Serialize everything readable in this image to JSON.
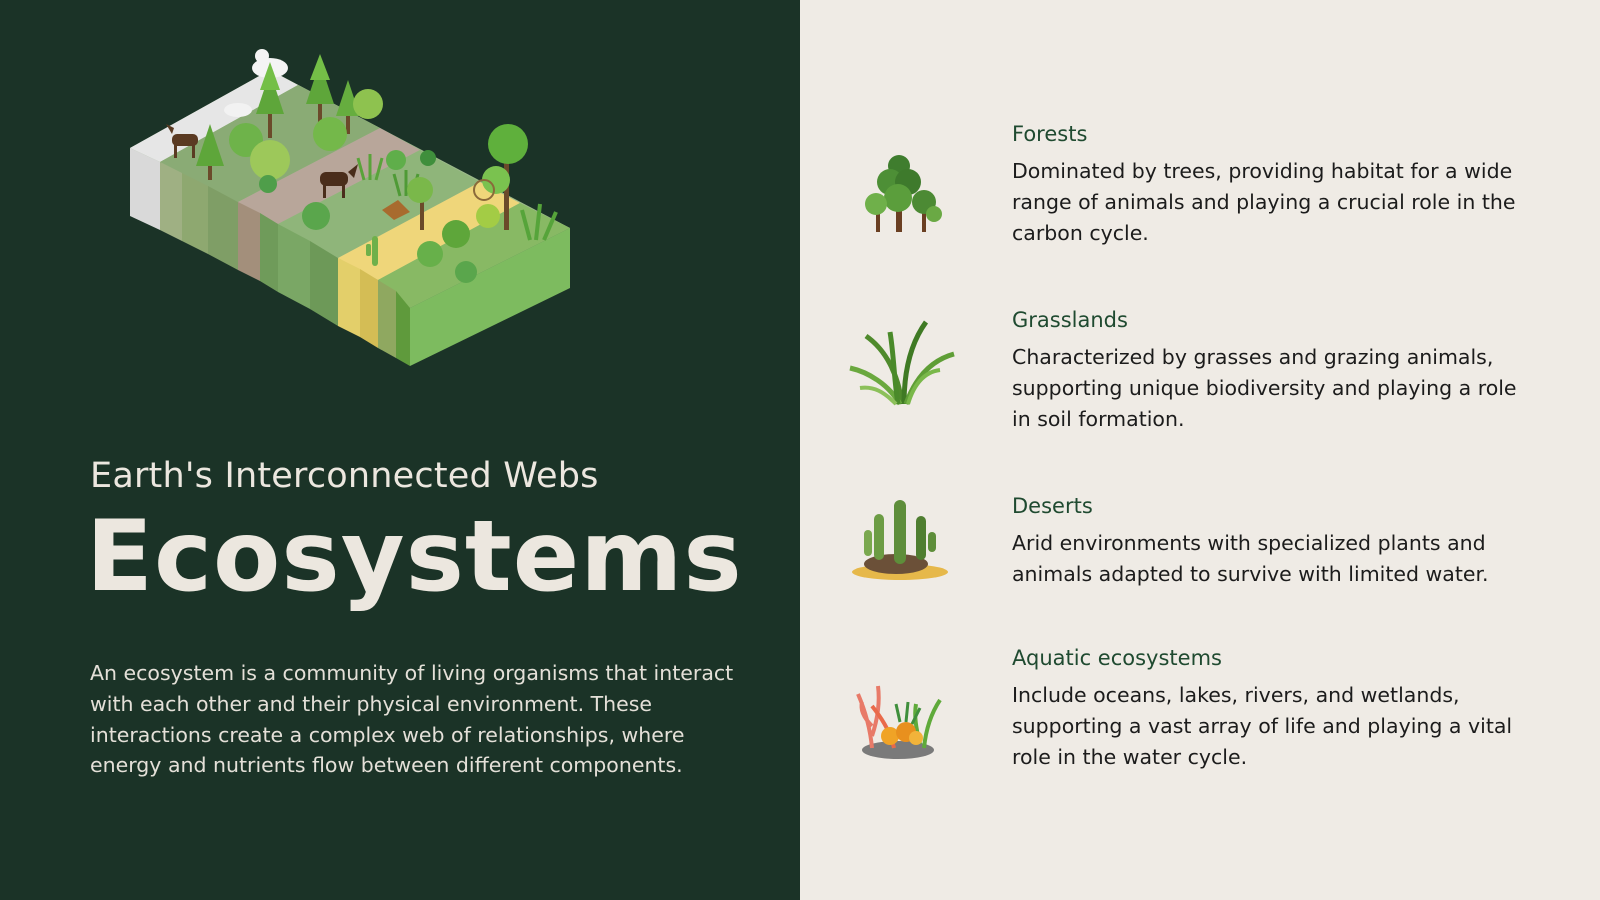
{
  "hero": {
    "subtitle": "Earth's Interconnected Webs",
    "title": "Ecosystems",
    "intro": "An ecosystem is a community of living organisms that interact with each other and their physical environment. These interactions create a complex web of relationships, where energy and nutrients flow between different components."
  },
  "illustration": {
    "icon": "isometric-biomes-illustration"
  },
  "biomes": [
    {
      "icon": "forest-trees-icon",
      "heading": "Forests",
      "text": "Dominated by trees, providing habitat for a wide range of animals and playing a crucial role in the carbon cycle."
    },
    {
      "icon": "grass-tuft-icon",
      "heading": "Grasslands",
      "text": "Characterized by grasses and grazing animals, supporting unique biodiversity and playing a role in soil formation."
    },
    {
      "icon": "cactus-icon",
      "heading": "Deserts",
      "text": "Arid environments with specialized plants and animals adapted to survive with limited water."
    },
    {
      "icon": "coral-reef-icon",
      "heading": "Aquatic ecosystems",
      "text": "Include oceans, lakes, rivers, and wetlands, supporting a vast array of life and playing a vital role in the water cycle."
    }
  ],
  "colors": {
    "left_bg": "#1b3327",
    "right_bg": "#efebe5",
    "heading_green": "#1f4a30",
    "light_text": "#ece7df"
  }
}
